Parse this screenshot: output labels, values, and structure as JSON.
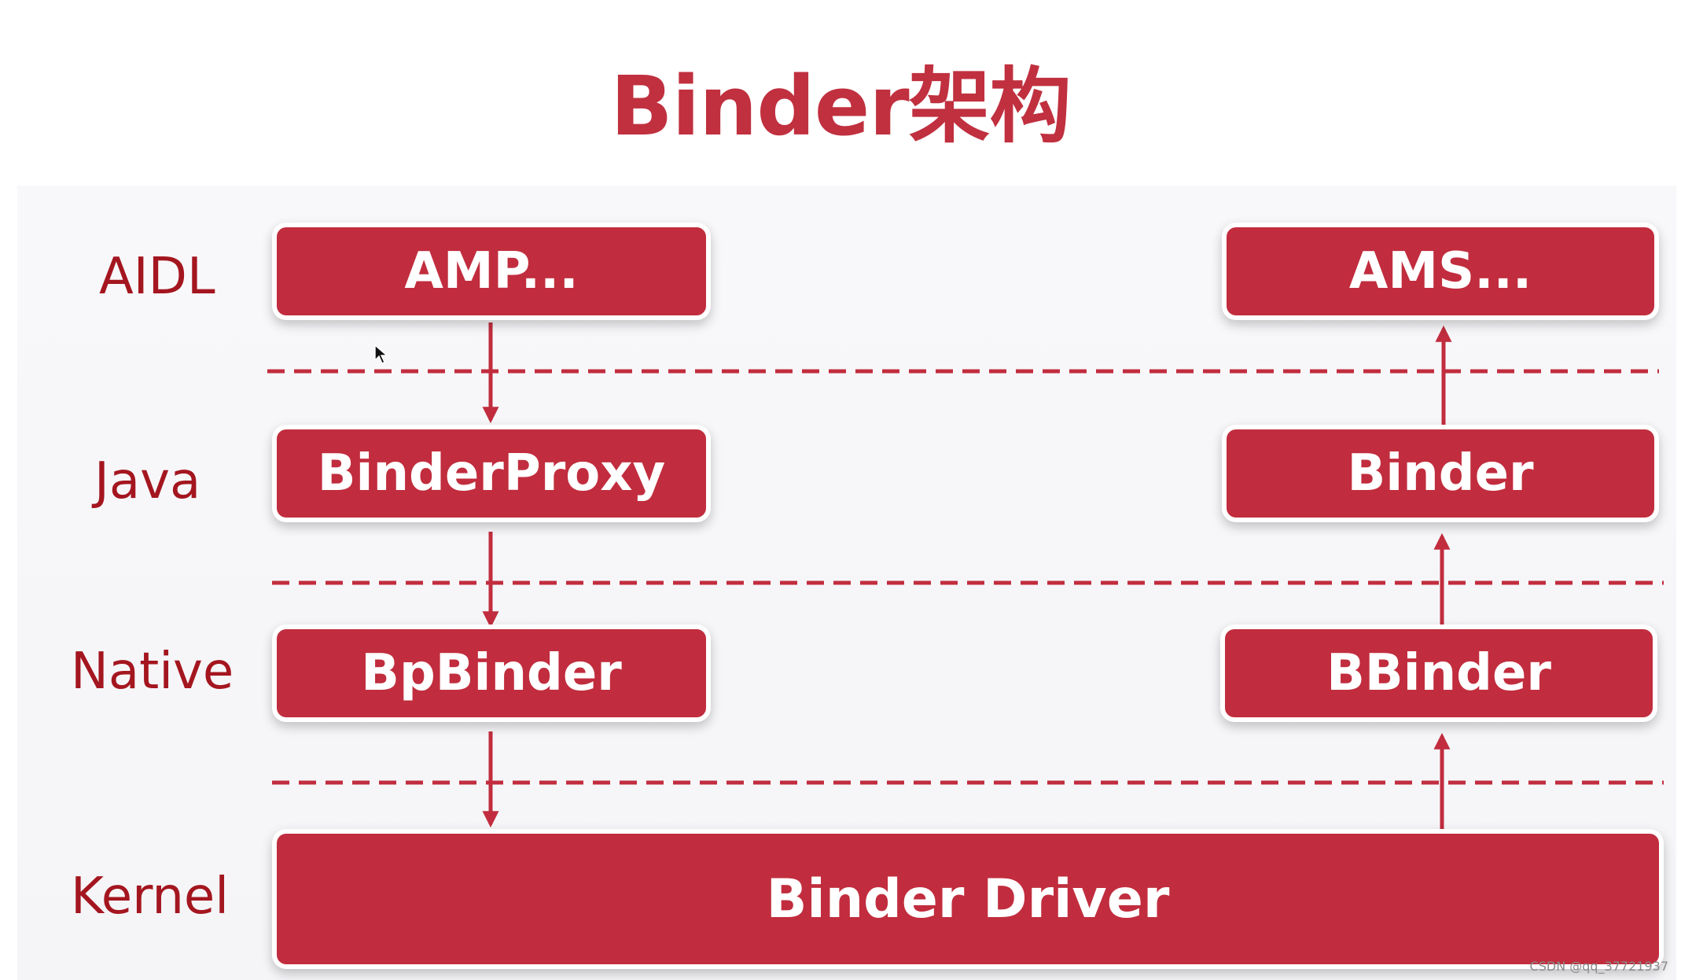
{
  "title": "Binder架构",
  "layers": {
    "aidl": "AIDL",
    "java": "Java",
    "native": "Native",
    "kernel": "Kernel"
  },
  "client": {
    "aidl": "AMP...",
    "java": "BinderProxy",
    "native": "BpBinder"
  },
  "server": {
    "aidl": "AMS...",
    "java": "Binder",
    "native": "BBinder"
  },
  "kernel_box": "Binder Driver",
  "watermark": "CSDN @qq_37721937",
  "colors": {
    "box": "#c12d3e",
    "label": "#a4161f",
    "title": "#c0303f",
    "line": "#c12d3e"
  }
}
